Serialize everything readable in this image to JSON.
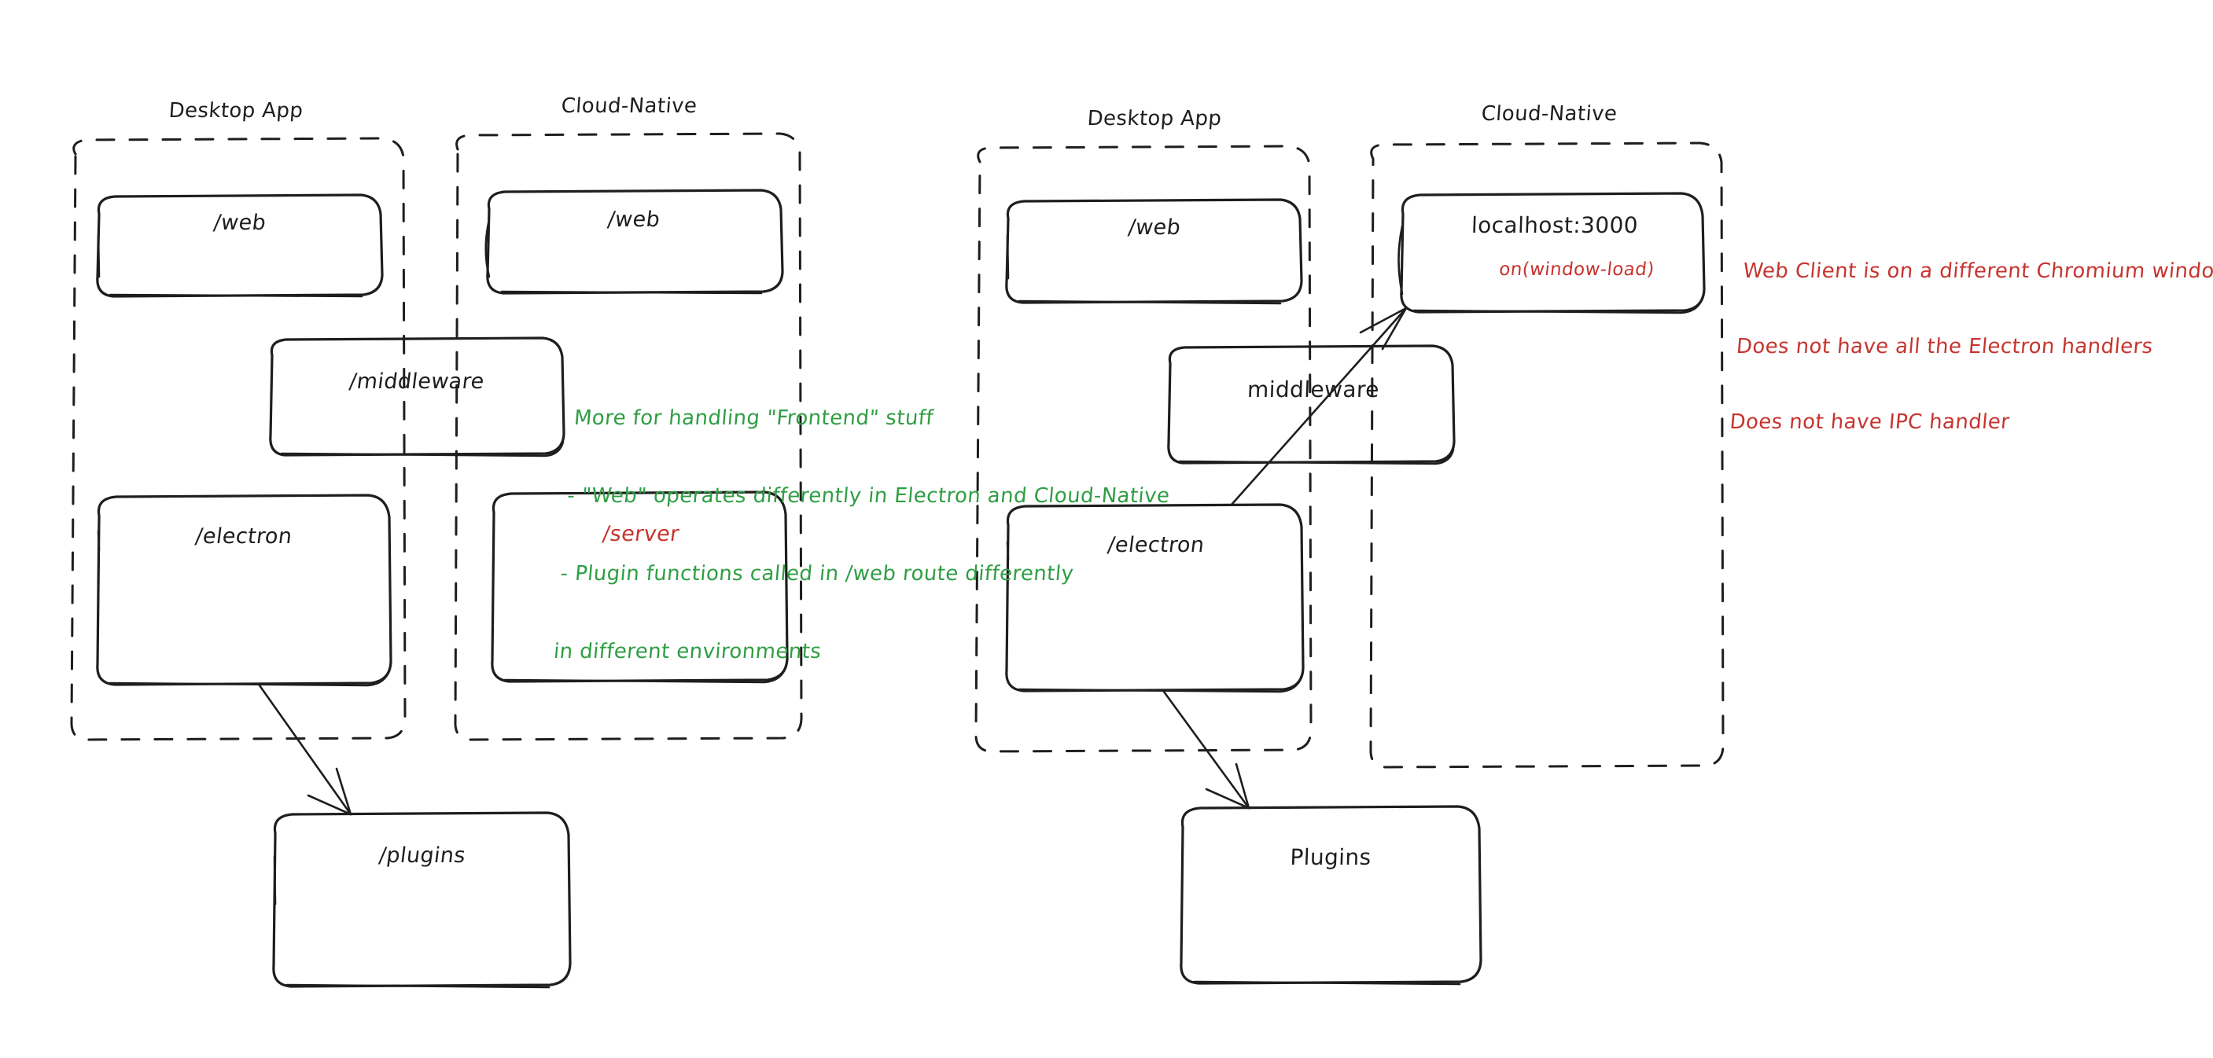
{
  "diagram": {
    "title_left_group_1": "Desktop App",
    "title_left_group_2": "Cloud-Native",
    "title_right_group_1": "Desktop App",
    "title_right_group_2": "Cloud-Native"
  },
  "left_diagram": {
    "desktop_group": {
      "label": "Desktop App",
      "boxes": [
        {
          "label": "/web",
          "color": "#1e1e1e"
        },
        {
          "label": "/electron",
          "color": "#1e1e1e"
        }
      ]
    },
    "cloud_group": {
      "label": "Cloud-Native",
      "boxes": [
        {
          "label": "/web",
          "color": "#1e1e1e"
        },
        {
          "label": "/server",
          "color": "#c7342f"
        }
      ]
    },
    "middleware_box": {
      "label": "/middleware",
      "color": "#1e1e1e"
    },
    "plugins_box": {
      "label": "/plugins",
      "color": "#1e1e1e"
    },
    "arrow": {
      "from": "/electron",
      "to": "/plugins"
    }
  },
  "right_diagram": {
    "desktop_group": {
      "label": "Desktop App",
      "boxes": [
        {
          "label": "/web",
          "color": "#1e1e1e"
        },
        {
          "label": "/electron",
          "color": "#1e1e1e"
        }
      ]
    },
    "cloud_group": {
      "label": "Cloud-Native",
      "boxes": [
        {
          "label": "localhost:3000",
          "sublabel": "on(window-load)",
          "color": "#1e1e1e",
          "sub_color": "#c7342f"
        }
      ]
    },
    "middleware_box": {
      "label": "middleware",
      "color": "#1e1e1e"
    },
    "plugins_box": {
      "label": "Plugins",
      "color": "#1e1e1e"
    },
    "arrows": [
      {
        "from": "/electron",
        "to": "localhost:3000"
      },
      {
        "from": "/electron",
        "to": "Plugins"
      }
    ]
  },
  "notes": {
    "green": {
      "color": "#2f9e44",
      "lines": [
        "More for handling \"Frontend\" stuff",
        "- \"Web\" operates differently in Electron and Cloud-Native",
        "- Plugin functions called in /web route differently",
        "in different environments"
      ]
    },
    "red": {
      "color": "#c7342f",
      "lines": [
        "Web Client is on a different Chromium window",
        "Does not have all the Electron handlers",
        "Does not have IPC handler"
      ]
    }
  },
  "colors": {
    "ink": "#1e1e1e",
    "green": "#2f9e44",
    "red": "#c7342f",
    "background": "#ffffff"
  }
}
